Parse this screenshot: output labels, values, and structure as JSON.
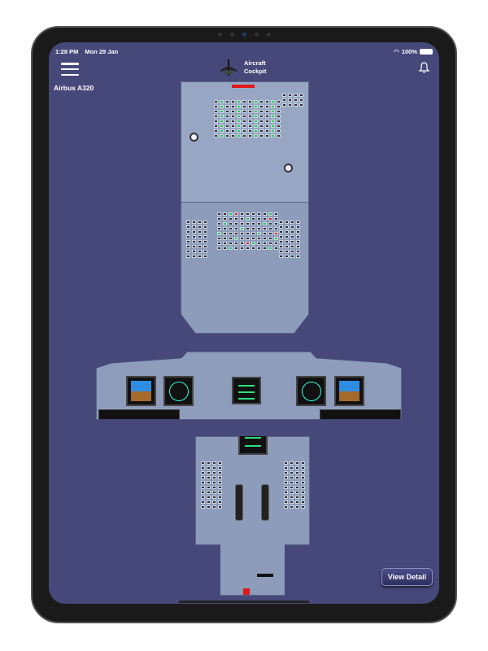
{
  "status_bar": {
    "time": "1:28 PM",
    "date": "Mon 29 Jan",
    "battery": "100%"
  },
  "header": {
    "title_line1": "Aircraft",
    "title_line2": "Cockpit"
  },
  "model_label": "Airbus A320",
  "view_detail_label": "View Detail",
  "colors": {
    "background": "#46487a",
    "panel": "#8c9cba"
  }
}
